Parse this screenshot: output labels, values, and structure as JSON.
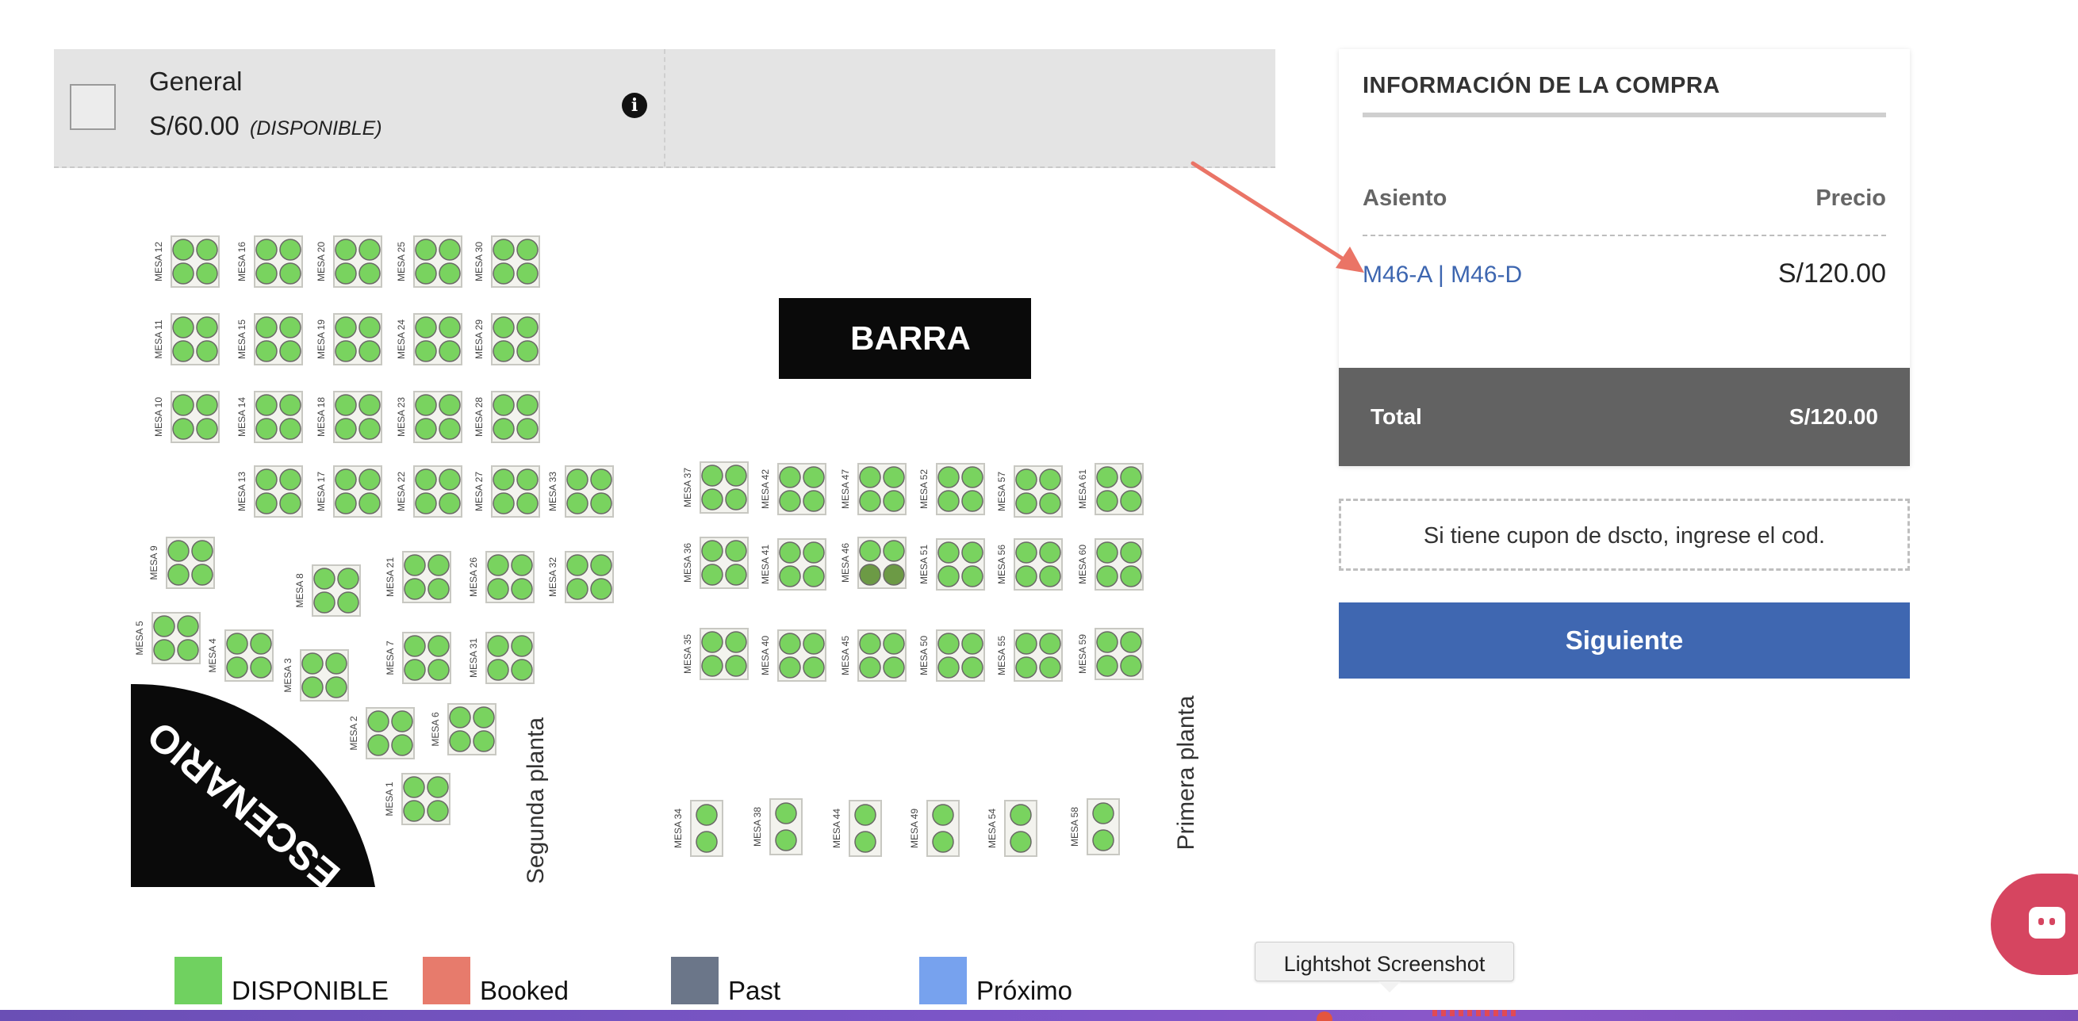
{
  "ticket": {
    "name": "General",
    "price": "S/60.00",
    "status": "(DISPONIBLE)"
  },
  "seatmap": {
    "stage_label": "ESCENARIO",
    "bar_label": "BARRA",
    "floor_labels": [
      "Segunda planta",
      "Primera planta"
    ],
    "available_color": "#79d35f",
    "selected_color": "#6c9a45",
    "tables": [
      {
        "label": "MESA 12",
        "seats": 4
      },
      {
        "label": "MESA 16",
        "seats": 4
      },
      {
        "label": "MESA 20",
        "seats": 4
      },
      {
        "label": "MESA 25",
        "seats": 4
      },
      {
        "label": "MESA 30",
        "seats": 4
      },
      {
        "label": "MESA 11",
        "seats": 4
      },
      {
        "label": "MESA 15",
        "seats": 4
      },
      {
        "label": "MESA 19",
        "seats": 4
      },
      {
        "label": "MESA 24",
        "seats": 4
      },
      {
        "label": "MESA 29",
        "seats": 4
      },
      {
        "label": "MESA 10",
        "seats": 4
      },
      {
        "label": "MESA 14",
        "seats": 4
      },
      {
        "label": "MESA 18",
        "seats": 4
      },
      {
        "label": "MESA 23",
        "seats": 4
      },
      {
        "label": "MESA 28",
        "seats": 4
      },
      {
        "label": "MESA 13",
        "seats": 4
      },
      {
        "label": "MESA 17",
        "seats": 4
      },
      {
        "label": "MESA 22",
        "seats": 4
      },
      {
        "label": "MESA 27",
        "seats": 4
      },
      {
        "label": "MESA 33",
        "seats": 4
      },
      {
        "label": "MESA 9",
        "seats": 4
      },
      {
        "label": "MESA 8",
        "seats": 4
      },
      {
        "label": "MESA 21",
        "seats": 4
      },
      {
        "label": "MESA 26",
        "seats": 4
      },
      {
        "label": "MESA 32",
        "seats": 4
      },
      {
        "label": "MESA 5",
        "seats": 4
      },
      {
        "label": "MESA 4",
        "seats": 4
      },
      {
        "label": "MESA 3",
        "seats": 4
      },
      {
        "label": "MESA 7",
        "seats": 4
      },
      {
        "label": "MESA 31",
        "seats": 4
      },
      {
        "label": "MESA 2",
        "seats": 4
      },
      {
        "label": "MESA 6",
        "seats": 4
      },
      {
        "label": "MESA 1",
        "seats": 4
      },
      {
        "label": "MESA 37",
        "seats": 4
      },
      {
        "label": "MESA 42",
        "seats": 4
      },
      {
        "label": "MESA 47",
        "seats": 4
      },
      {
        "label": "MESA 52",
        "seats": 4
      },
      {
        "label": "MESA 57",
        "seats": 4
      },
      {
        "label": "MESA 61",
        "seats": 4
      },
      {
        "label": "MESA 36",
        "seats": 4
      },
      {
        "label": "MESA 41",
        "seats": 4
      },
      {
        "label": "MESA 46",
        "seats": 4,
        "selected_seats": [
          2,
          3
        ]
      },
      {
        "label": "MESA 51",
        "seats": 4
      },
      {
        "label": "MESA 56",
        "seats": 4
      },
      {
        "label": "MESA 60",
        "seats": 4
      },
      {
        "label": "MESA 35",
        "seats": 4
      },
      {
        "label": "MESA 40",
        "seats": 4
      },
      {
        "label": "MESA 45",
        "seats": 4
      },
      {
        "label": "MESA 50",
        "seats": 4
      },
      {
        "label": "MESA 55",
        "seats": 4
      },
      {
        "label": "MESA 59",
        "seats": 4
      },
      {
        "label": "MESA 34",
        "seats": 2
      },
      {
        "label": "MESA 38",
        "seats": 2
      },
      {
        "label": "MESA 44",
        "seats": 2
      },
      {
        "label": "MESA 49",
        "seats": 2
      },
      {
        "label": "MESA 54",
        "seats": 2
      },
      {
        "label": "MESA 58",
        "seats": 2
      }
    ]
  },
  "legend": [
    {
      "label": "DISPONIBLE",
      "color": "#70d160"
    },
    {
      "label": "Booked",
      "color": "#e77b6c"
    },
    {
      "label": "Past",
      "color": "#6b7689"
    },
    {
      "label": "Próximo",
      "color": "#77a2ee"
    }
  ],
  "purchase": {
    "title": "INFORMACIÓN DE LA COMPRA",
    "col_seat": "Asiento",
    "col_price": "Precio",
    "seat_value": "M46-A | M46-D",
    "price_value": "S/120.00",
    "total_label": "Total",
    "total_value": "S/120.00"
  },
  "coupon": {
    "placeholder": "Si tiene cupon de dscto, ingrese el cod."
  },
  "next_button": {
    "label": "Siguiente"
  },
  "tooltip": {
    "text": "Lightshot Screenshot"
  },
  "colors": {
    "accent_blue": "#3f67b1",
    "link_blue": "#3d66b0",
    "annotation_arrow": "#ea7466",
    "chat_bubble": "#d64560"
  }
}
